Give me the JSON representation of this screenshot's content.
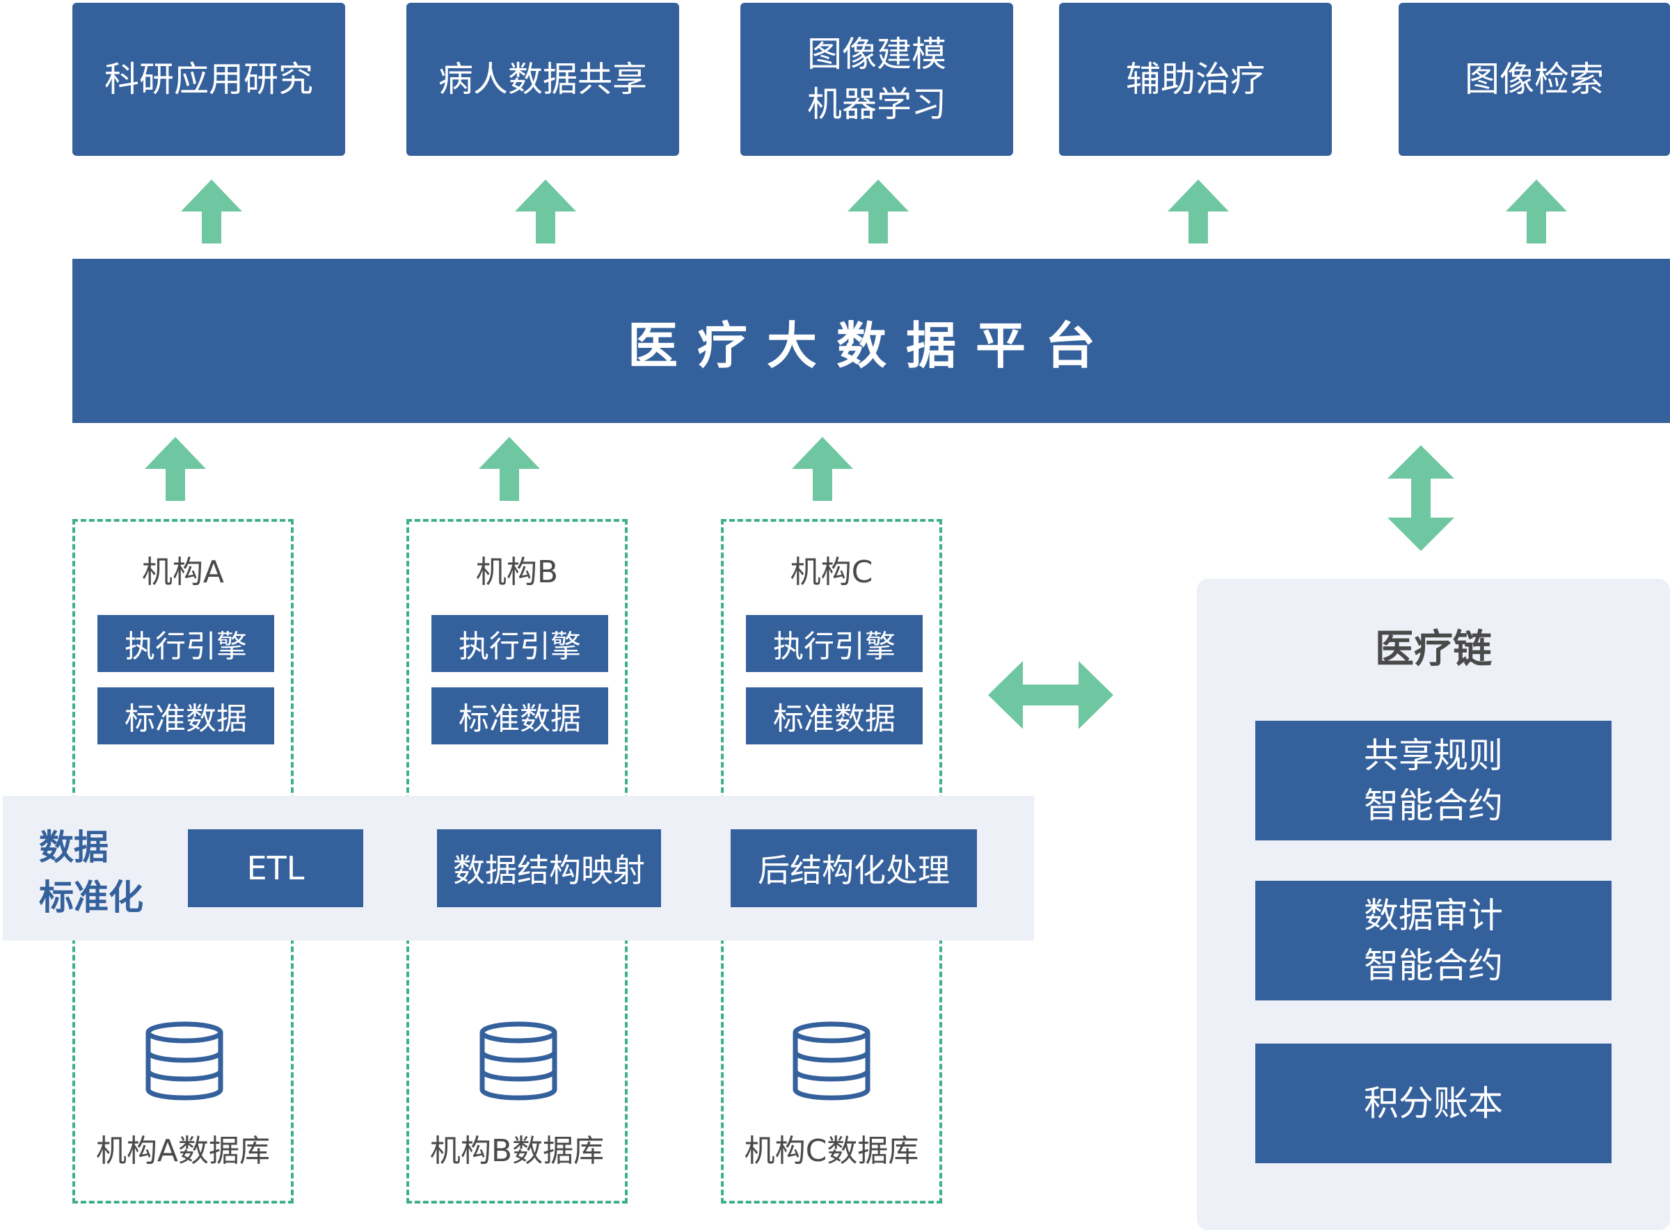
{
  "top_boxes": [
    {
      "line1": "科研应用研究",
      "line2": ""
    },
    {
      "line1": "病人数据共享",
      "line2": ""
    },
    {
      "line1": "图像建模",
      "line2": "机器学习"
    },
    {
      "line1": "辅助治疗",
      "line2": ""
    },
    {
      "line1": "图像检索",
      "line2": ""
    }
  ],
  "platform": {
    "label": "医疗大数据平台"
  },
  "institutions": [
    {
      "name": "机构A",
      "engine": "执行引擎",
      "standard": "标准数据",
      "etl": "ETL",
      "db": "机构A数据库"
    },
    {
      "name": "机构B",
      "engine": "执行引擎",
      "standard": "标准数据",
      "etl": "数据结构映射",
      "db": "机构B数据库"
    },
    {
      "name": "机构C",
      "engine": "执行引擎",
      "standard": "标准数据",
      "etl": "后结构化处理",
      "db": "机构C数据库"
    }
  ],
  "standardization": {
    "line1": "数据",
    "line2": "标准化"
  },
  "chain": {
    "title": "医疗链",
    "boxes": [
      {
        "line1": "共享规则",
        "line2": "智能合约"
      },
      {
        "line1": "数据审计",
        "line2": "智能合约"
      },
      {
        "line1": "积分账本",
        "line2": ""
      }
    ]
  },
  "colors": {
    "box": "#34609c",
    "arrow": "#6fc7a2",
    "dashed": "#3fae8c",
    "panel": "#edf0f7",
    "label_text": "#4a4a4a"
  },
  "icons": [
    "arrow-up-icon",
    "double-arrow-vertical-icon",
    "double-arrow-horizontal-icon",
    "database-icon"
  ]
}
